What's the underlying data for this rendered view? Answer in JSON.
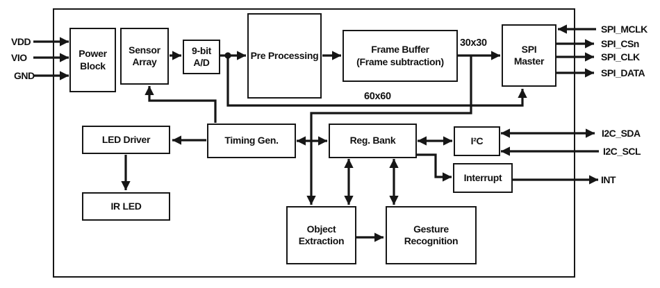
{
  "diagram": {
    "type": "ic-block-diagram",
    "blocks": {
      "power_block": "Power\nBlock",
      "sensor_array": "Sensor\nArray",
      "adc": "9-bit\nA/D",
      "pre_processing": "Pre Processing",
      "frame_buffer": "Frame Buffer\n(Frame subtraction)",
      "spi_master": "SPI\nMaster",
      "led_driver": "LED Driver",
      "timing_gen": "Timing Gen.",
      "reg_bank": "Reg. Bank",
      "i2c": "I²C",
      "interrupt": "Interrupt",
      "ir_led": "IR LED",
      "object_extraction": "Object\nExtraction",
      "gesture_recognition": "Gesture\nRecognition"
    },
    "pins_left": [
      {
        "name": "vdd",
        "label": "VDD",
        "direction": "in"
      },
      {
        "name": "vio",
        "label": "VIO",
        "direction": "in"
      },
      {
        "name": "gnd",
        "label": "GND",
        "direction": "in"
      }
    ],
    "pins_right": [
      {
        "name": "spi_mclk",
        "label": "SPI_MCLK",
        "direction": "in"
      },
      {
        "name": "spi_csn",
        "label": "SPI_CSn",
        "direction": "out"
      },
      {
        "name": "spi_clk",
        "label": "SPI_CLK",
        "direction": "out"
      },
      {
        "name": "spi_data",
        "label": "SPI_DATA",
        "direction": "out"
      },
      {
        "name": "i2c_sda",
        "label": "I2C_SDA",
        "direction": "bidir"
      },
      {
        "name": "i2c_scl",
        "label": "I2C_SCL",
        "direction": "in"
      },
      {
        "name": "int",
        "label": "INT",
        "direction": "out"
      }
    ],
    "bus_labels": {
      "bus_30x30": "30x30",
      "bus_60x60": "60x60"
    },
    "colors": {
      "line": "#161616",
      "background": "#ffffff"
    }
  }
}
